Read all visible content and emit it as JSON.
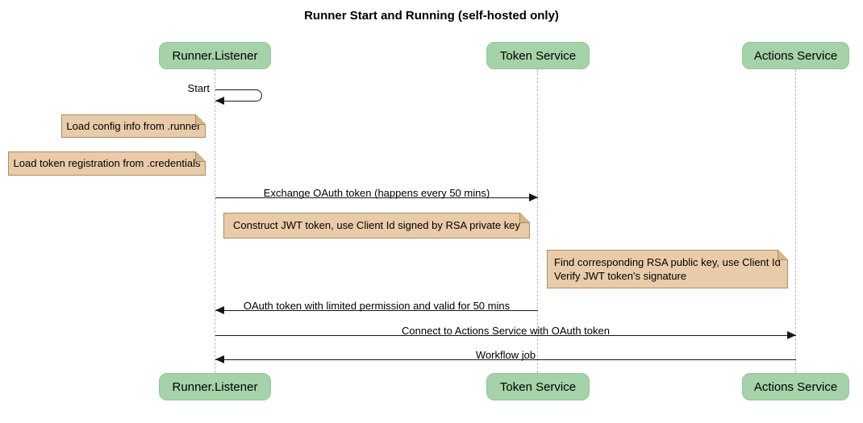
{
  "title": "Runner Start and Running (self-hosted only)",
  "participants": [
    {
      "id": "runner-listener",
      "label": "Runner.Listener"
    },
    {
      "id": "token-service",
      "label": "Token Service"
    },
    {
      "id": "actions-service",
      "label": "Actions Service"
    }
  ],
  "messages": [
    {
      "label": "Start",
      "from": "runner-listener",
      "to": "runner-listener",
      "type": "self"
    },
    {
      "label": "Exchange OAuth token (happens every 50 mins)",
      "from": "runner-listener",
      "to": "token-service",
      "type": "solid-arrow"
    },
    {
      "label": "OAuth token with limited permission and valid for 50 mins",
      "from": "token-service",
      "to": "runner-listener",
      "type": "solid-arrow"
    },
    {
      "label": "Connect to Actions Service with OAuth token",
      "from": "runner-listener",
      "to": "actions-service",
      "type": "solid-arrow"
    },
    {
      "label": "Workflow job",
      "from": "actions-service",
      "to": "runner-listener",
      "type": "solid-arrow"
    }
  ],
  "notes": [
    {
      "position": "left of runner-listener",
      "lines": [
        "Load config info from .runner"
      ]
    },
    {
      "position": "left of runner-listener",
      "lines": [
        "Load token registration from .credentials"
      ]
    },
    {
      "position": "between runner-listener and token-service",
      "lines": [
        "Construct JWT token, use Client Id signed by RSA private key"
      ]
    },
    {
      "position": "left of actions-service",
      "lines": [
        "Find corresponding RSA public key, use Client Id",
        "Verify JWT token's signature"
      ]
    }
  ],
  "colors": {
    "background": "#ffffff",
    "participant_fill": "#a5d2a8",
    "participant_border": "#93c497",
    "note_fill": "#e9cba9",
    "note_border": "#a8905e",
    "note_fold": "#d3b68c",
    "lifeline": "#b8b8b8",
    "arrow": "#161616",
    "text": "#000000"
  }
}
